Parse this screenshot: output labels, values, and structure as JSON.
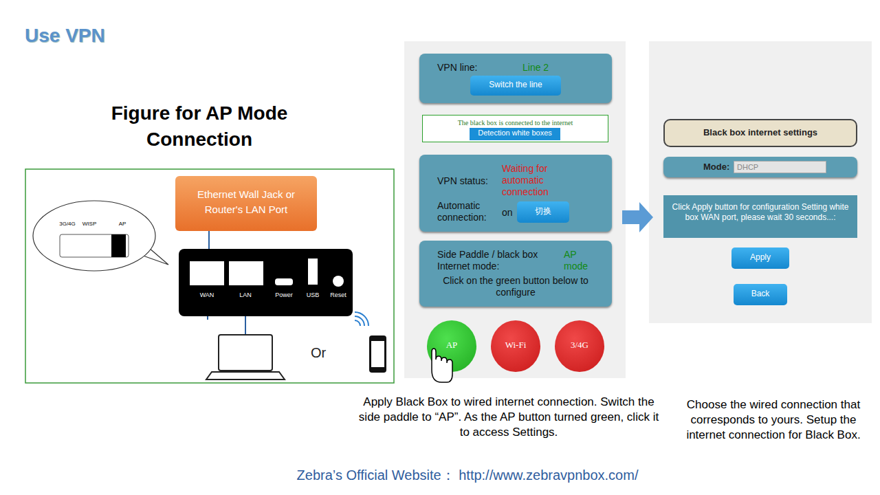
{
  "diagram": {
    "title": "Use VPN",
    "nodes": [
      {
        "text": [
          "Ethernet Wall Jack or Router's LAN Port"
        ]
      },
      {
        "text": [
          "WAN",
          "LAN",
          "Power",
          "USB",
          "Reset"
        ]
      },
      {
        "text": [
          "3G/4G",
          "WISP",
          "AP"
        ]
      },
      {
        "text": [
          "VPN line:",
          "Line 2"
        ]
      },
      {
        "text": [
          "Switch the line"
        ],
        "in": 3
      },
      {
        "text": [
          "The black box is connected to the internet"
        ]
      },
      {
        "text": [
          "Detection white boxes"
        ],
        "in": 5
      },
      {
        "text": [
          "VPN status:",
          "Waiting for automatic connection",
          "Automatic connection:",
          "on"
        ]
      },
      {
        "text": [
          "切换"
        ],
        "in": 7
      },
      {
        "text": [
          "Side Paddle / black box Internet mode:",
          "AP mode",
          "Click on the green button below to configure"
        ]
      },
      {
        "text": [
          "AP"
        ]
      },
      {
        "text": [
          "Wi-Fi"
        ]
      },
      {
        "text": [
          "3/4G"
        ]
      },
      {
        "text": [
          "Black box internet settings"
        ]
      },
      {
        "text": [
          "Mode:"
        ]
      },
      {
        "text": [
          "DHCP"
        ],
        "in": 14
      },
      {
        "text": [
          "Click Apply button for configuration Setting white box WAN port, please wait 30 seconds...:"
        ]
      },
      {
        "text": [
          "Apply"
        ]
      },
      {
        "text": [
          "Back"
        ]
      }
    ],
    "edges": [
      {
        "from": 0,
        "to": 1,
        "arrow": "none"
      }
    ],
    "labels": [
      "Figure for AP Mode Connection",
      "Or",
      "Apply Black Box to wired internet connection. Switch the side paddle to “AP”. As the AP button turned green, click it to access Settings.",
      "Choose the wired connection that corresponds to yours. Setup the internet connection for Black Box.",
      "Zebra’s Official Website： http://www.zebravpnbox.com/"
    ]
  }
}
